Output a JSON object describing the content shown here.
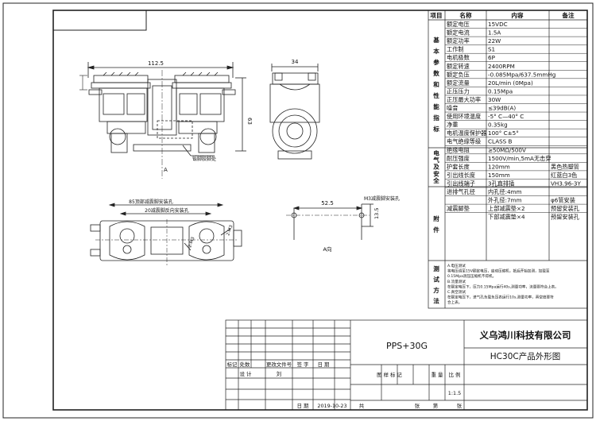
{
  "spec_table": {
    "headers": {
      "item": "项目",
      "name": "名称",
      "content": "内容",
      "remark": "备注"
    },
    "rows": [
      {
        "name": "额定电压",
        "content": "15VDC",
        "remark": ""
      },
      {
        "name": "额定电流",
        "content": "1.5A",
        "remark": ""
      },
      {
        "name": "额定功率",
        "content": "22W",
        "remark": ""
      },
      {
        "name": "工作制",
        "content": "S1",
        "remark": ""
      },
      {
        "name": "电机极数",
        "content": "6P",
        "remark": ""
      },
      {
        "name": "额定转速",
        "content": "2400RPM",
        "remark": ""
      },
      {
        "name": "额定负压",
        "content": "-0.085Mpa/637.5mmHg",
        "remark": ""
      },
      {
        "name": "额定流量",
        "content": "20L/min (0Mpa)",
        "remark": ""
      },
      {
        "name": "正压压力",
        "content": "0.15Mpa",
        "remark": ""
      },
      {
        "name": "正压最大功率",
        "content": "30W",
        "remark": ""
      },
      {
        "name": "噪音",
        "content": "≤39dB(A)",
        "remark": ""
      },
      {
        "name": "使用环境温度",
        "content": "-5° C—40° C",
        "remark": ""
      },
      {
        "name": "净重",
        "content": "0.35kg",
        "remark": ""
      },
      {
        "name": "电机温度保护器",
        "content": "100° C±5°",
        "remark": ""
      },
      {
        "name": "电气绝缘等级",
        "content": "CLASS B",
        "remark": ""
      },
      {
        "name": "绝缘电阻",
        "content": "≥50MΩ/500V",
        "remark": ""
      },
      {
        "name": "耐压强度",
        "content": "1500V/min,5mA无击穿",
        "remark": ""
      },
      {
        "name": "护套长度",
        "content": "120mm",
        "remark": "黑色热塑管"
      },
      {
        "name": "引出线长度",
        "content": "150mm",
        "remark": "红蓝白3色"
      },
      {
        "name": "引出线端子",
        "content": "3孔直排插",
        "remark": "VH3.96-3Y"
      },
      {
        "name": "进排气孔径",
        "content": "内孔径:4mm",
        "remark": ""
      },
      {
        "name": "",
        "content": "外孔径:7mm",
        "remark": "φ6管安装"
      },
      {
        "name": "减震脚垫",
        "content": "上部减震垫×2",
        "remark": "预留安装孔"
      },
      {
        "name": "",
        "content": "下部减震垫×4",
        "remark": "预留安装孔"
      }
    ],
    "groups": [
      {
        "label": "基本参数和性能指标",
        "chars": [
          "基",
          "本",
          "参",
          "数",
          "和",
          "性",
          "能",
          "指",
          "标"
        ]
      },
      {
        "label": "电气及安全",
        "chars": [
          "电",
          "气",
          "及",
          "安",
          "全"
        ]
      },
      {
        "label": "附件",
        "chars": [
          "附",
          "件"
        ]
      },
      {
        "label": "测试方法",
        "chars": [
          "测",
          "试",
          "方",
          "法"
        ]
      }
    ],
    "test_methods": [
      "A.电压测试",
      "将电压调至15V额定电压，启动压缩机，抵后开始加测，加载至",
      "0.15Mpa测压压缩机不得机。",
      "B.流量测试",
      "在额定电压下，压力0.15Mpa运行40s,测量功率，流量要符合上表。",
      "C.真空测试",
      "在额定电压下，进气孔负载负压表运行10s,测量功率，真空度要符",
      "合上表。"
    ]
  },
  "title_block": {
    "drawing_no": "PPS+30G",
    "company": "义乌鸿川科技有限公司",
    "drawing_title": "HC30C产品外形图",
    "labels": {
      "mark": "标记",
      "count": "处数",
      "change_doc": "更改文件号",
      "sign": "签 字",
      "date": "日 期",
      "design": "设 计",
      "drawing_mark": "图 样 标 记",
      "weight": "重 量",
      "scale": "比 例",
      "sheets_total": "共",
      "sheet": "张",
      "sheet_no": "第",
      "date2": "日 期"
    },
    "designer": "刘",
    "scale_value": "1:1.5",
    "date_value": "2019-10-23"
  },
  "drawing": {
    "dim_width": "112.5",
    "dim_depth": "34",
    "dim_height": "63",
    "dim_pitch": "52.5",
    "dim_offset": "13.5",
    "callout_pad": "钣脚胶脚处",
    "callout_top_holes": "85顶部减震脚安装孔",
    "callout_bottom_holes": "20减震脚反向安装孔",
    "callout_m3": "M3减震脚安装孔",
    "hole_label_a": "2-M3",
    "hole_label_b": "2-M3",
    "view_a": "A",
    "view_a_label": "A向"
  }
}
